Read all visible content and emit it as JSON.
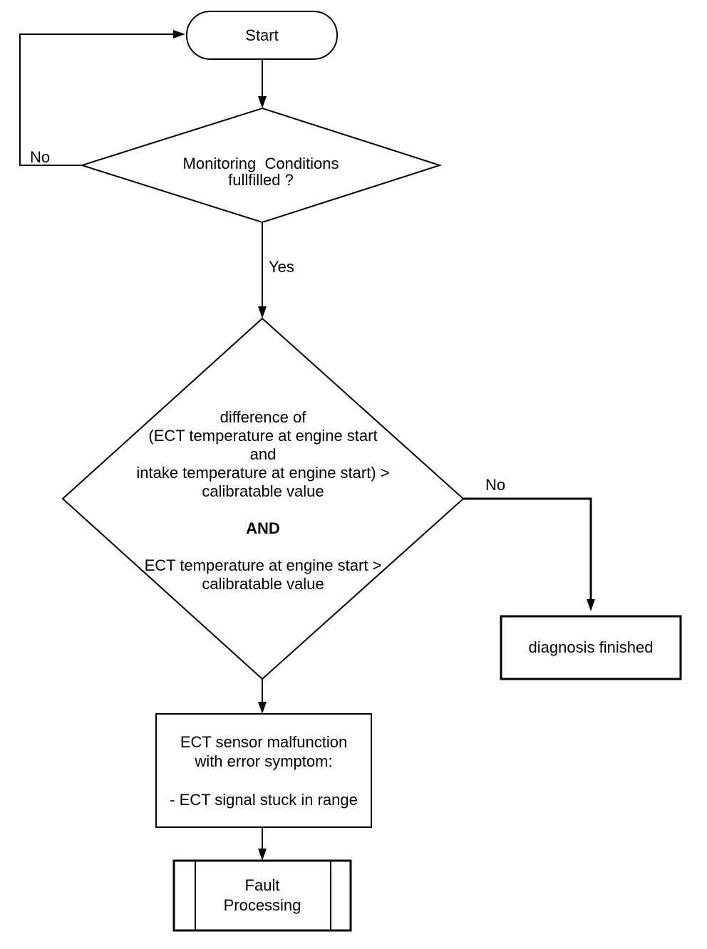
{
  "flowchart": {
    "start": {
      "label": "Start"
    },
    "decision_monitoring": {
      "line1": "Monitoring  Conditions",
      "line2": "fullfilled ?"
    },
    "edge_no_loop": {
      "label": "No"
    },
    "edge_yes": {
      "label": "Yes"
    },
    "decision_ect": {
      "lines": [
        "difference of",
        "(ECT temperature at engine start",
        "and",
        "intake temperature at engine start) >",
        "calibratable value",
        "",
        "AND",
        "",
        "ECT temperature at engine start >",
        "calibratable value"
      ]
    },
    "edge_no_right": {
      "label": "No"
    },
    "diagnosis_finished": {
      "label": "diagnosis finished"
    },
    "malfunction": {
      "lines": [
        "ECT sensor malfunction",
        "with error symptom:",
        "",
        "- ECT signal stuck in range"
      ]
    },
    "fault_processing": {
      "line1": "Fault",
      "line2": "Processing"
    }
  },
  "colors": {
    "line": "#000000",
    "background": "#ffffff"
  }
}
